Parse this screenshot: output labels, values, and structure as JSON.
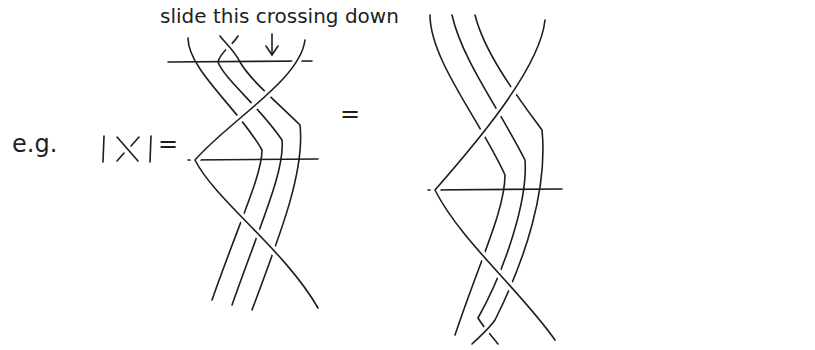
{
  "diagram": {
    "labels": [
      "e.g.",
      "slide this crossing down",
      "=",
      "="
    ]
  }
}
